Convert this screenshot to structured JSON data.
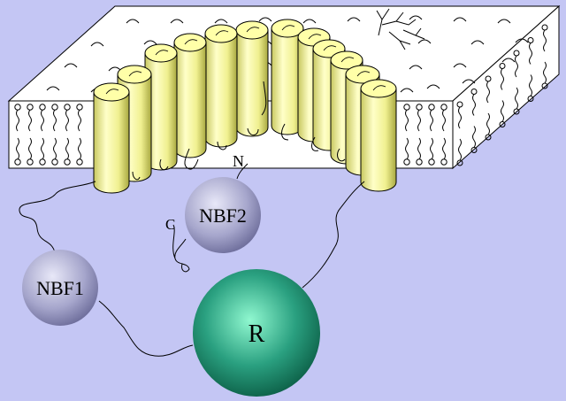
{
  "labels": {
    "n_terminus": "N",
    "c_terminus": "C",
    "nbf1": "NBF1",
    "nbf2": "NBF2",
    "r_domain": "R"
  },
  "colors": {
    "background": "#c4c6f4",
    "membrane": "#ffffff",
    "cylinder_light": "#ffffc0",
    "cylinder_dark": "#c8c860",
    "nbf_light": "#e8e8f8",
    "nbf_dark": "#7070a0",
    "r_light": "#80f0c8",
    "r_dark": "#0a6048"
  },
  "icons": {
    "helix": "cylinder",
    "lipid": "phospholipid-head-tail",
    "domain": "sphere"
  }
}
